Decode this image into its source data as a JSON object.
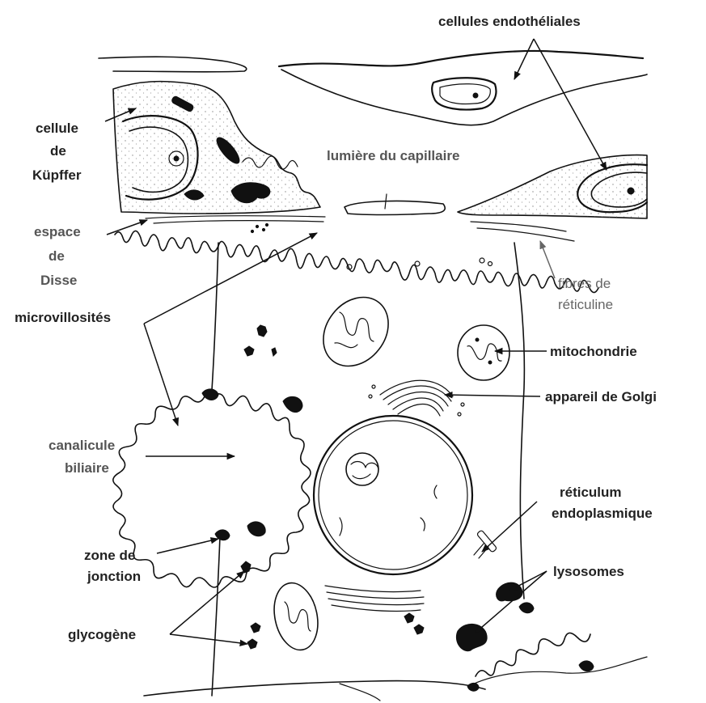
{
  "labels": {
    "endothelial": "cellules endothéliales",
    "kupffer_1": "cellule",
    "kupffer_2": "de",
    "kupffer_3": "Küpffer",
    "capillary_lumen": "lumière du capillaire",
    "disse_1": "espace",
    "disse_2": "de",
    "disse_3": "Disse",
    "microvilli": "microvillosités",
    "reticulin_1": "fibres de",
    "reticulin_2": "réticuline",
    "mitochondria": "mitochondrie",
    "golgi": "appareil de Golgi",
    "canaliculus_1": "canalicule",
    "canaliculus_2": "biliaire",
    "er_1": "réticulum",
    "er_2": "endoplasmique",
    "junction_1": "zone de",
    "junction_2": "jonction",
    "lysosomes": "lysosomes",
    "glycogen": "glycogène"
  }
}
